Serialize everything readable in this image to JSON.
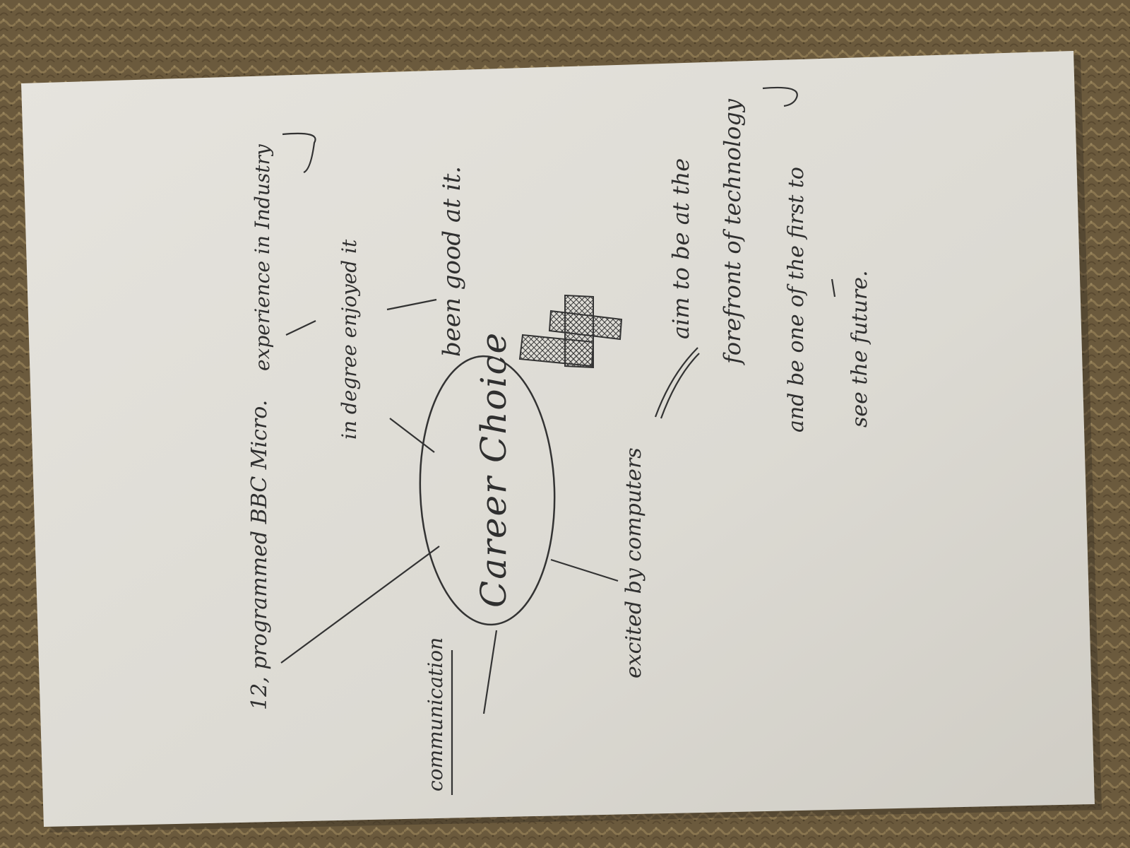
{
  "mindmap": {
    "center": "Career Choice",
    "branch_programmed": "12, programmed BBC Micro.",
    "branch_experience": "experience in Industry",
    "branch_degree": "in degree enjoyed it",
    "branch_good": "been good at it.",
    "branch_communication": "communication",
    "branch_excited": "excited by computers",
    "branch_aim_line1": "aim to be at the",
    "branch_aim_line2": "forefront of technology",
    "branch_aim_line3": "and be one of the first to",
    "branch_aim_line4": "see the future."
  },
  "colors": {
    "carpet": "#6e5c3f",
    "paper": "#e2e0da",
    "ink": "#2f2f2f"
  }
}
